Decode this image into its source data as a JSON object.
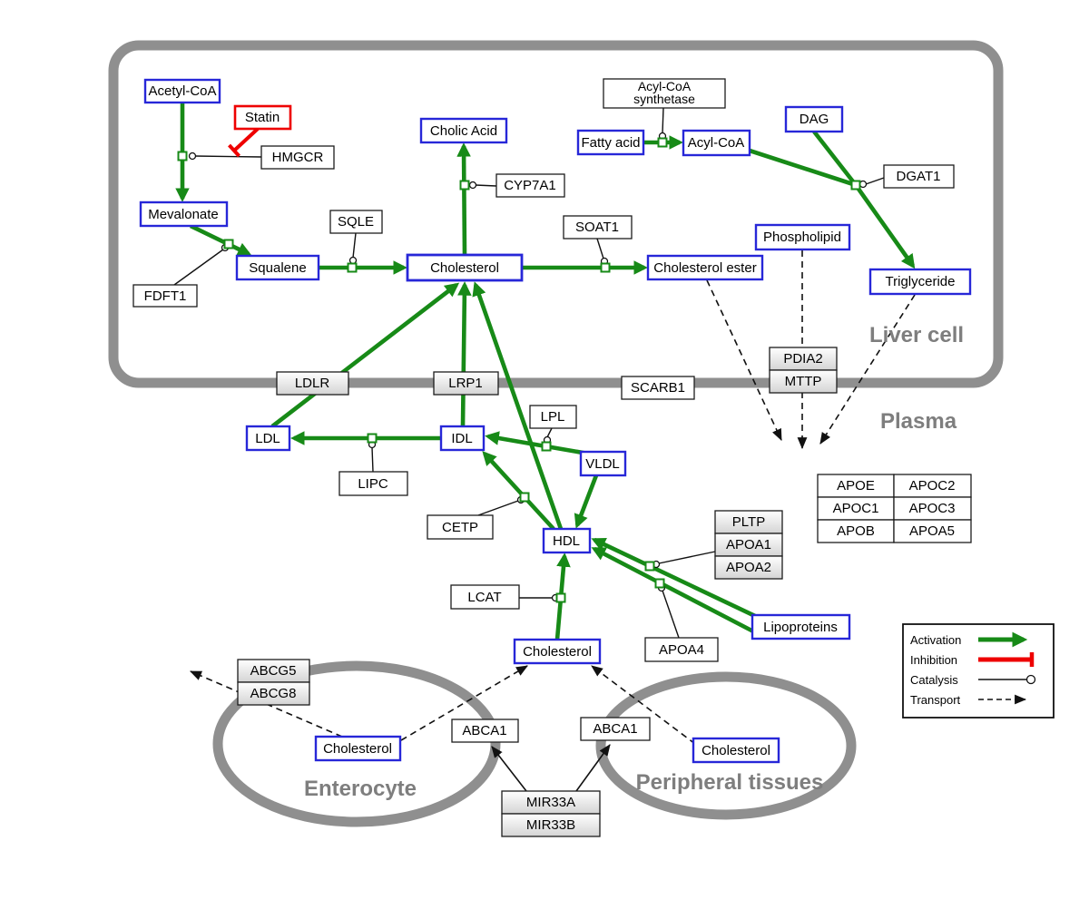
{
  "compartments": {
    "liver": "Liver cell",
    "plasma": "Plasma",
    "enterocyte": "Enterocyte",
    "peripheral": "Peripheral tissues"
  },
  "labels": {
    "acetyl_coa": "Acetyl-CoA",
    "statin": "Statin",
    "hmgcr": "HMGCR",
    "mevalonate": "Mevalonate",
    "fdft1": "FDFT1",
    "squalene": "Squalene",
    "sqle": "SQLE",
    "cholesterol_liver": "Cholesterol",
    "cholic_acid": "Cholic Acid",
    "cyp7a1": "CYP7A1",
    "soat1": "SOAT1",
    "cholesterol_ester": "Cholesterol ester",
    "fatty_acid": "Fatty acid",
    "acyl_coa_synthetase_1": "Acyl-CoA",
    "acyl_coa_synthetase_2": "synthetase",
    "acyl_coa": "Acyl-CoA",
    "dag": "DAG",
    "dgat1": "DGAT1",
    "phospholipid": "Phospholipid",
    "triglyceride": "Triglyceride",
    "pdia2": "PDIA2",
    "mttp": "MTTP",
    "ldlr": "LDLR",
    "lrp1": "LRP1",
    "scarb1": "SCARB1",
    "ldl": "LDL",
    "idl": "IDL",
    "vldl": "VLDL",
    "lpl": "LPL",
    "lipc": "LIPC",
    "cetp": "CETP",
    "hdl": "HDL",
    "lcat": "LCAT",
    "cholesterol_plasma": "Cholesterol",
    "pltp": "PLTP",
    "apoa1": "APOA1",
    "apoa2": "APOA2",
    "apoa4": "APOA4",
    "lipoproteins": "Lipoproteins",
    "abcg5": "ABCG5",
    "abcg8": "ABCG8",
    "cholesterol_enterocyte": "Cholesterol",
    "abca1_enterocyte": "ABCA1",
    "abca1_peripheral": "ABCA1",
    "cholesterol_peripheral": "Cholesterol",
    "mir33a": "MIR33A",
    "mir33b": "MIR33B"
  },
  "apo_table": [
    [
      "APOE",
      "APOC2"
    ],
    [
      "APOC1",
      "APOC3"
    ],
    [
      "APOB",
      "APOA5"
    ]
  ],
  "legend": {
    "activation": "Activation",
    "inhibition": "Inhibition",
    "catalysis": "Catalysis",
    "transport": "Transport"
  },
  "colors": {
    "metabolite_border": "#2727d8",
    "activation_green": "#178a17",
    "inhibition_red": "#ee0000",
    "compartment_gray": "#8f8f8f"
  }
}
